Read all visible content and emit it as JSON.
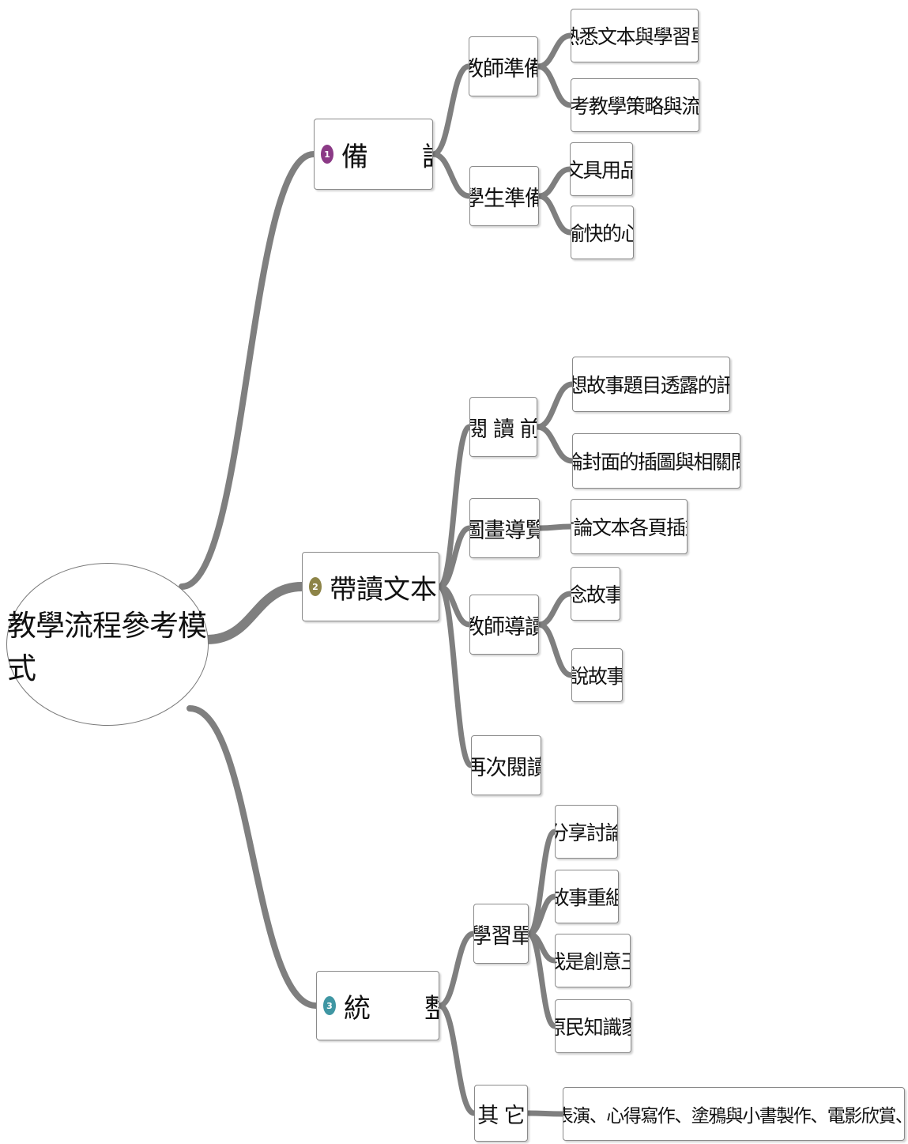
{
  "title": "教學流程參考模式",
  "colors": {
    "link": "#7f7f7f",
    "badge1": "#8b3a86",
    "badge2": "#8d8448",
    "badge3": "#3f96a3"
  },
  "branches": [
    {
      "badge": "1",
      "label": "備　　課",
      "children": [
        {
          "label": "教師準備",
          "children": [
            "熟悉文本與學習單",
            "思考教學策略與流程"
          ]
        },
        {
          "label": "學生準備",
          "children": [
            "文具用品",
            "愉快的心"
          ]
        }
      ]
    },
    {
      "badge": "2",
      "label": "帶讀文本內容",
      "children": [
        {
          "label": "閱 讀 前",
          "children": [
            "想想故事題目透露的訊息",
            "討論封面的插圖與相關問題"
          ]
        },
        {
          "label": "圖畫導覽",
          "children": [
            "討論文本各頁插畫"
          ]
        },
        {
          "label": "教師導讀",
          "children": [
            "念故事",
            "說故事"
          ]
        },
        {
          "label": "再次閱讀",
          "children": []
        }
      ]
    },
    {
      "badge": "3",
      "label": "統　　整",
      "children": [
        {
          "label": "學習單",
          "children": [
            "分享討論",
            "故事重組",
            "我是創意王",
            "原民知識家"
          ]
        },
        {
          "label": "其 它",
          "children": [
            "戲劇表演、心得寫作、塗鴉與小書製作、電影欣賞、遊戲"
          ]
        }
      ]
    }
  ]
}
